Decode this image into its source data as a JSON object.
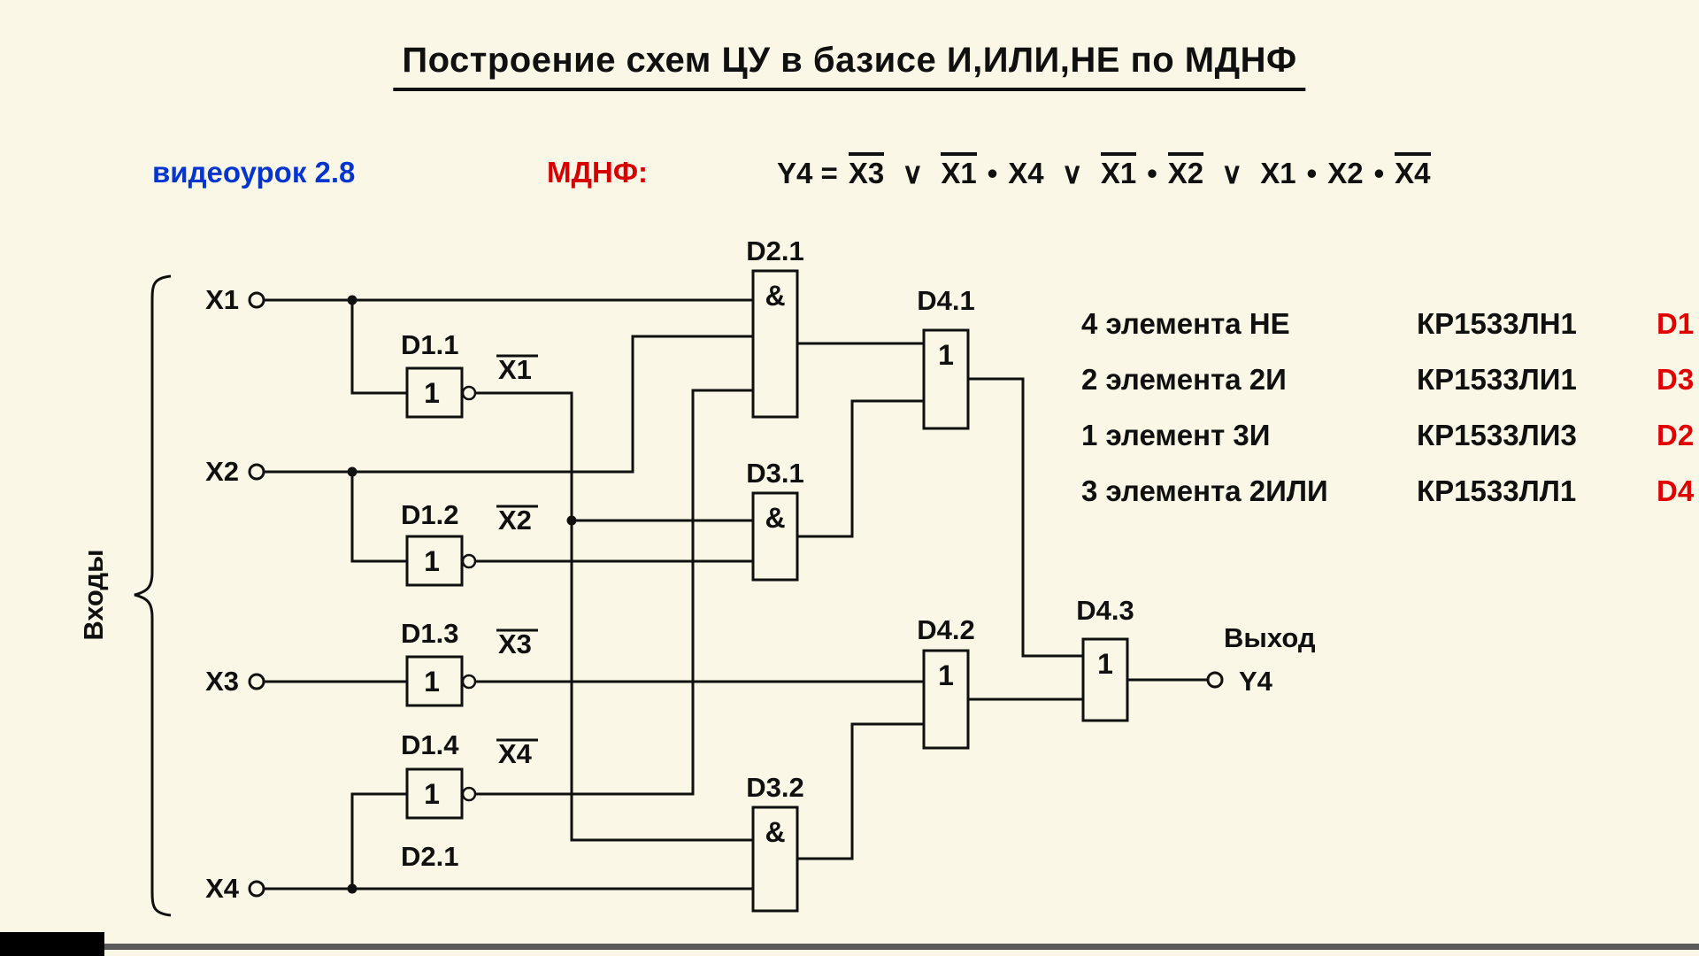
{
  "page": {
    "title": "Построение схем ЦУ в базисе И,ИЛИ,НЕ по МДНФ",
    "lesson": "видеоурок 2.8",
    "mdnf_label": "МДНФ:"
  },
  "colors": {
    "background": "#FAF7E6",
    "ink": "#101010",
    "accent_blue": "#0535CF",
    "accent_red": "#D60000"
  },
  "formula": {
    "parts": [
      "Y4 =",
      "X3",
      "∨",
      "X1",
      "•",
      "X4",
      "∨",
      "X1",
      "•",
      "X2",
      "∨",
      "X1",
      "•",
      "X2",
      "•",
      "X4"
    ]
  },
  "legend": {
    "rows": [
      {
        "desc": "4 элемента НЕ",
        "chip": "КР1533ЛН1",
        "ref": "D1"
      },
      {
        "desc": "2 элемента 2И",
        "chip": "КР1533ЛИ1",
        "ref": "D3"
      },
      {
        "desc": "1 элемент 3И",
        "chip": "КР1533ЛИ3",
        "ref": "D2"
      },
      {
        "desc": "3 элемента 2ИЛИ",
        "chip": "КР1533ЛЛ1",
        "ref": "D4"
      }
    ]
  },
  "circuit": {
    "brace_label": "Входы",
    "inputs": [
      "X1",
      "X2",
      "X3",
      "X4"
    ],
    "not_gates": [
      {
        "label": "D1.1",
        "symbol": "1",
        "out": "X1"
      },
      {
        "label": "D1.2",
        "symbol": "1",
        "out": "X2"
      },
      {
        "label": "D1.3",
        "symbol": "1",
        "out": "X3"
      },
      {
        "label": "D1.4",
        "symbol": "1",
        "out": "X4"
      }
    ],
    "and_gates": [
      {
        "label": "D2.1",
        "symbol": "&"
      },
      {
        "label": "D3.1",
        "symbol": "&"
      },
      {
        "label": "D3.2",
        "symbol": "&"
      }
    ],
    "or_gates": [
      {
        "label": "D4.1",
        "symbol": "1"
      },
      {
        "label": "D4.2",
        "symbol": "1"
      },
      {
        "label": "D4.3",
        "symbol": "1"
      }
    ],
    "stray_label": "D2.1",
    "output_label": "Выход",
    "output_name": "Y4"
  }
}
